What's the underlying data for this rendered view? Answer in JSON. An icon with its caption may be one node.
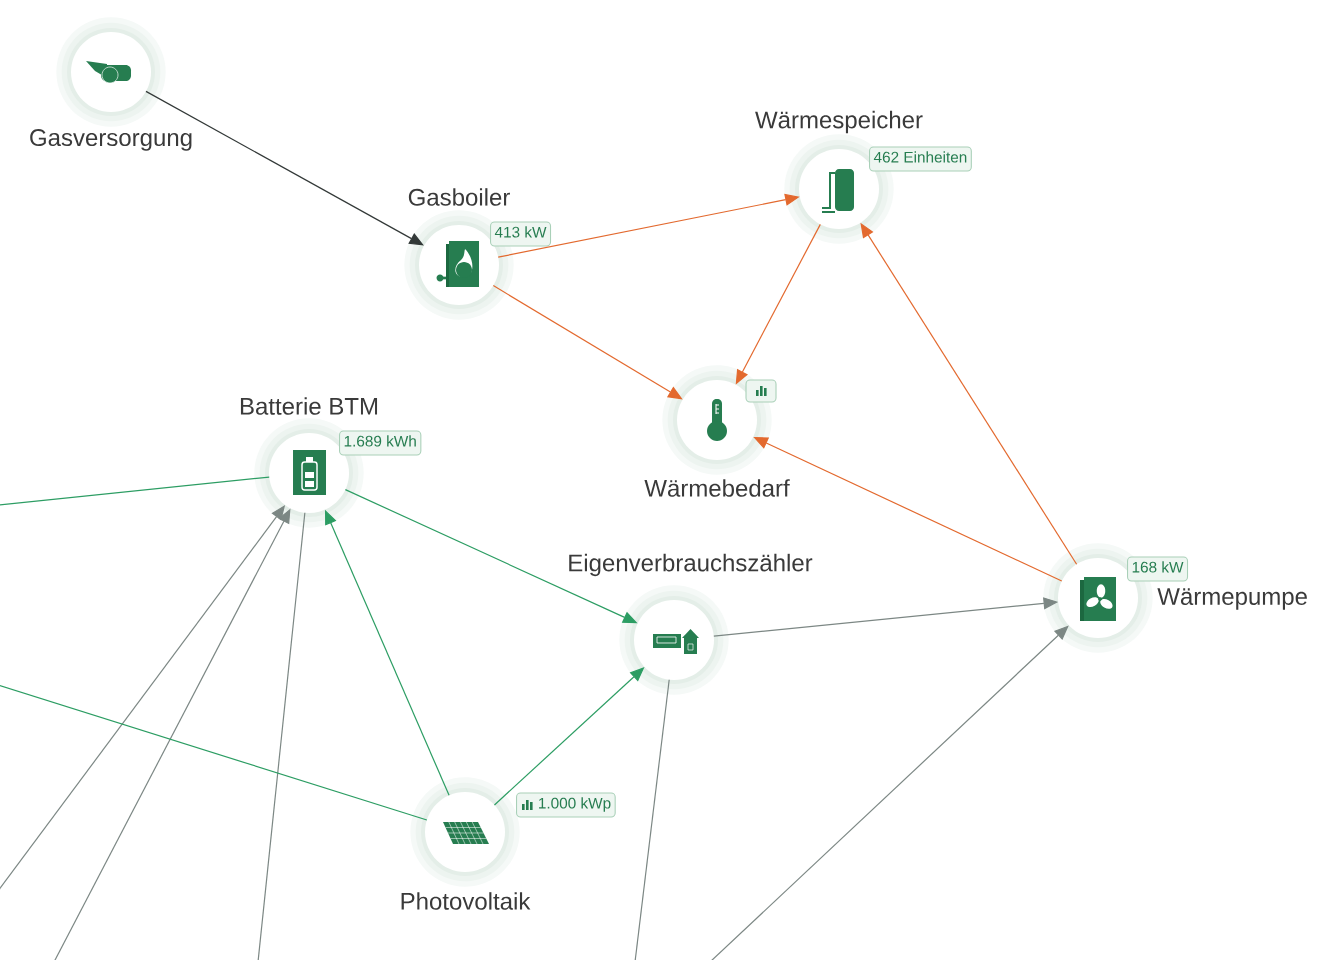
{
  "diagram": {
    "nodes": [
      {
        "text": [
          "Gasversorgung"
        ]
      },
      {
        "text": [
          "Gasboiler"
        ],
        "beside": [
          "413 kW"
        ]
      },
      {
        "text": [
          "Wärmespeicher"
        ],
        "beside": [
          "462 Einheiten"
        ]
      },
      {
        "text": [
          "Batterie BTM"
        ],
        "beside": [
          "1.689 kWh"
        ]
      },
      {
        "text": [
          "Wärmebedarf"
        ]
      },
      {
        "text": [
          "Eigenverbrauchszähler"
        ]
      },
      {
        "text": [
          "Wärmepumpe"
        ],
        "beside": [
          "168 kW"
        ]
      },
      {
        "text": [
          "Photovoltaik"
        ],
        "beside": [
          "1.000 kWp"
        ]
      }
    ],
    "edges": [
      {
        "from": 0,
        "to": 1,
        "arrow": "to",
        "color": "#333938"
      },
      {
        "from": 1,
        "to": 2,
        "arrow": "to",
        "color": "#e3692e"
      },
      {
        "from": 1,
        "to": 4,
        "arrow": "to",
        "color": "#e3692e"
      },
      {
        "from": 2,
        "to": 4,
        "arrow": "to",
        "color": "#e3692e"
      },
      {
        "from": 6,
        "to": 2,
        "arrow": "to",
        "color": "#e3692e"
      },
      {
        "from": 6,
        "to": 4,
        "arrow": "to",
        "color": "#e3692e"
      },
      {
        "from": 3,
        "to": 5,
        "arrow": "to",
        "color": "#2c9d63"
      },
      {
        "from": 7,
        "to": 3,
        "arrow": "to",
        "color": "#2c9d63"
      },
      {
        "from": 7,
        "to": 5,
        "arrow": "to",
        "color": "#2c9d63"
      },
      {
        "from": 5,
        "to": 6,
        "arrow": "to"
      },
      {
        "from": null,
        "to": 6,
        "arrow": "to"
      },
      {
        "from": null,
        "to": 3,
        "arrow": "to"
      },
      {
        "from": null,
        "to": 3,
        "arrow": "to"
      },
      {
        "from": 3,
        "to": null,
        "arrow": "none"
      },
      {
        "from": 5,
        "to": null,
        "arrow": "none"
      },
      {
        "from": 3,
        "to": null,
        "arrow": "none",
        "color": "#2c9d63"
      },
      {
        "from": 7,
        "to": null,
        "arrow": "none",
        "color": "#2c9d63"
      }
    ]
  }
}
